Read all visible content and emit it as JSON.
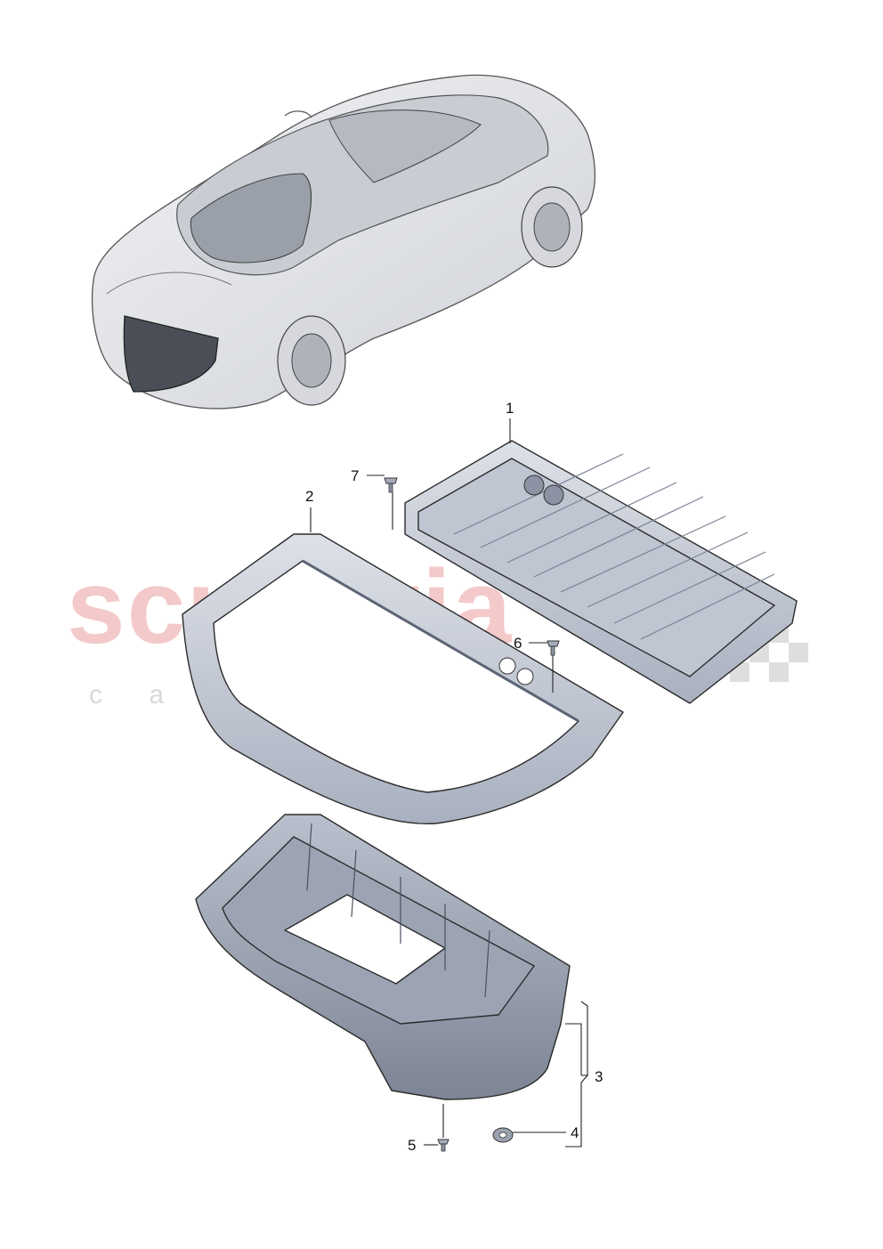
{
  "watermark": {
    "main_text": "scuderia",
    "sub_text": "c a r   p a r t s"
  },
  "callouts": [
    {
      "id": "1",
      "label": "1"
    },
    {
      "id": "2",
      "label": "2"
    },
    {
      "id": "3",
      "label": "3"
    },
    {
      "id": "4",
      "label": "4"
    },
    {
      "id": "5",
      "label": "5"
    },
    {
      "id": "6",
      "label": "6"
    },
    {
      "id": "7",
      "label": "7"
    }
  ],
  "colors": {
    "part_fill": "#cdd2dc",
    "part_shade": "#9ea6b6",
    "part_dark": "#6f7788",
    "car_fill": "#e4e6ea",
    "highlight": "#444a52"
  }
}
